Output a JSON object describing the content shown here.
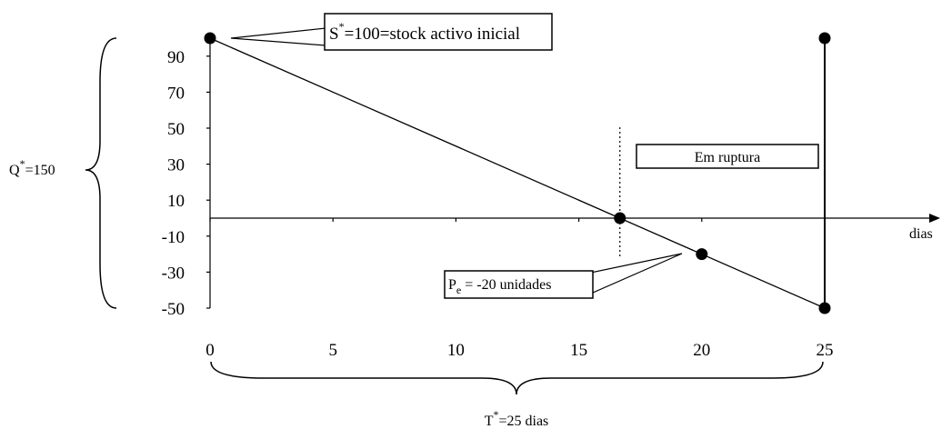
{
  "chart_data": {
    "type": "line",
    "xlabel": "dias",
    "x_ticks": [
      0,
      5,
      10,
      15,
      20,
      25
    ],
    "y_ticks": [
      90,
      70,
      50,
      30,
      10,
      -10,
      -30,
      -50
    ],
    "xlim": [
      0,
      25
    ],
    "ylim": [
      -50,
      100
    ],
    "series": [
      {
        "x": [
          0,
          25
        ],
        "y": [
          100,
          -50
        ]
      }
    ],
    "points": [
      {
        "x": 0,
        "y": 100
      },
      {
        "x": 16.67,
        "y": 0
      },
      {
        "x": 20,
        "y": -20
      },
      {
        "x": 25,
        "y": -50
      },
      {
        "x": 25,
        "y": 100
      }
    ],
    "vertical_line_x": 25,
    "dotted_line_x": 16.67,
    "annotations": {
      "stock": {
        "base": "S",
        "sup": "*",
        "rest": "=100=stock activo inicial"
      },
      "ruptura": "Em ruptura",
      "pe": {
        "base": "P",
        "sub": "e",
        "rest": " = -20 unidades"
      },
      "q": {
        "base": "Q",
        "sup": "*",
        "rest": "=150"
      },
      "t": {
        "base": "T",
        "sup": "*",
        "rest": "=25 dias"
      }
    }
  }
}
